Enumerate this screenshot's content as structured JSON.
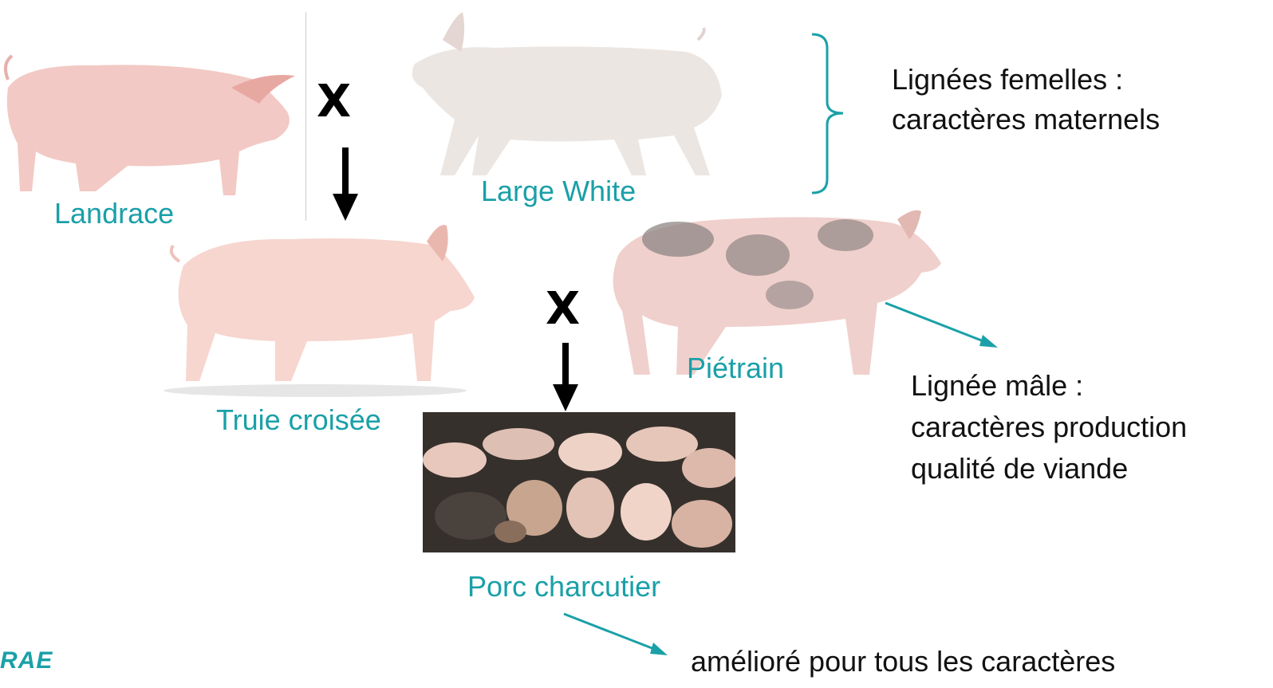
{
  "labels": {
    "landrace": "Landrace",
    "large_white": "Large White",
    "truie": "Truie croisée",
    "pietrain": "Piétrain",
    "porc": "Porc charcutier"
  },
  "cross_symbols": {
    "top": "X",
    "middle": "X"
  },
  "female_lines": {
    "line1": "Lignées femelles :",
    "line2": "caractères maternels"
  },
  "male_line": {
    "line1": "Lignée mâle :",
    "line2": "caractères production",
    "line3": "qualité de viande"
  },
  "improved": "amélioré pour tous les caractères",
  "logo": "RAE",
  "colors": {
    "teal": "#1aa0a8",
    "pig_pink": "#f2c9c4",
    "pig_white": "#ece6e2",
    "pig_spot": "#8e8684"
  }
}
